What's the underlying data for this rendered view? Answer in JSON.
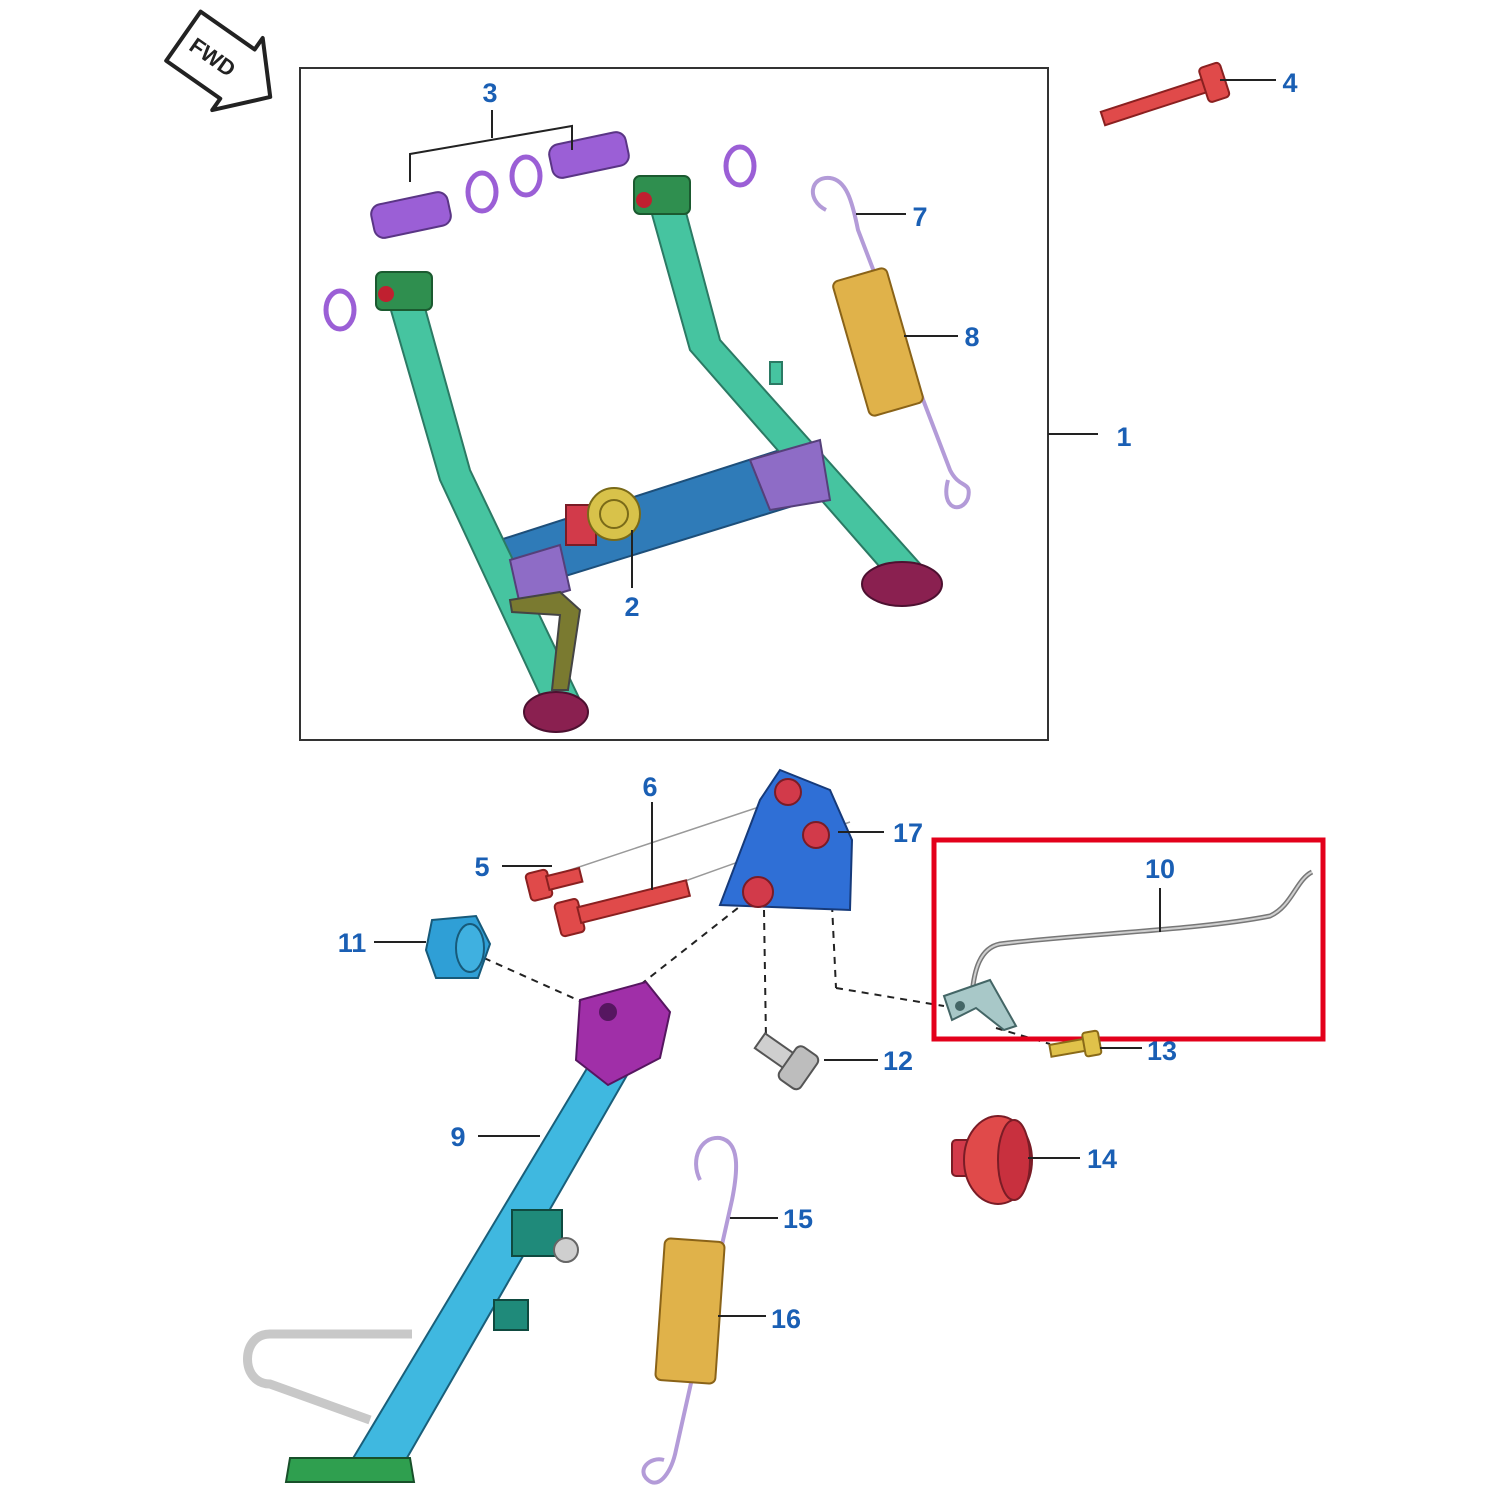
{
  "diagram": {
    "forward_label": "FWD",
    "callout_color": "#1a5fb4",
    "highlight_color": "#e3001b",
    "highlighted_part": "10",
    "callouts": [
      "1",
      "2",
      "3",
      "4",
      "5",
      "6",
      "7",
      "8",
      "9",
      "10",
      "11",
      "12",
      "13",
      "14",
      "15",
      "16",
      "17"
    ],
    "parts": [
      {
        "number": "1",
        "icon": "main-stand-assembly-icon"
      },
      {
        "number": "2",
        "icon": "stand-stopper-icon"
      },
      {
        "number": "3",
        "icon": "stand-bushing-icon"
      },
      {
        "number": "4",
        "icon": "flange-bolt-icon"
      },
      {
        "number": "5",
        "icon": "flange-bolt-icon"
      },
      {
        "number": "6",
        "icon": "flange-bolt-icon"
      },
      {
        "number": "7",
        "icon": "return-spring-icon"
      },
      {
        "number": "8",
        "icon": "spring-cover-icon"
      },
      {
        "number": "9",
        "icon": "side-stand-icon"
      },
      {
        "number": "10",
        "icon": "side-stand-switch-icon"
      },
      {
        "number": "11",
        "icon": "nut-icon"
      },
      {
        "number": "12",
        "icon": "pivot-bolt-icon"
      },
      {
        "number": "13",
        "icon": "screw-icon"
      },
      {
        "number": "14",
        "icon": "rubber-stopper-icon"
      },
      {
        "number": "15",
        "icon": "return-spring-icon"
      },
      {
        "number": "16",
        "icon": "spring-cover-icon"
      },
      {
        "number": "17",
        "icon": "side-stand-bracket-icon"
      }
    ]
  }
}
